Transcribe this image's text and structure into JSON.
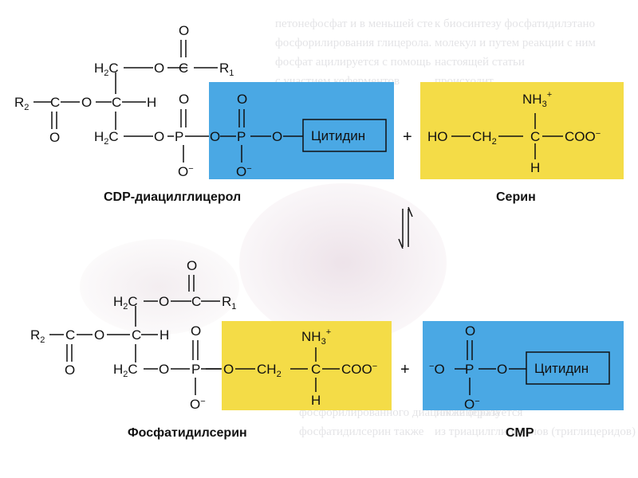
{
  "colors": {
    "blue_panel": "#4aa8e4",
    "yellow_panel": "#f4dc47",
    "line": "#111111"
  },
  "molecules": {
    "cdp_diacylglycerol": {
      "label": "CDP-диацилглицерол",
      "cytidine": "Цитидин"
    },
    "serine": {
      "label": "Серин"
    },
    "phosphatidylserine": {
      "label": "Фосфатидилсерин"
    },
    "cmp": {
      "label": "CMP",
      "cytidine": "Цитидин"
    }
  },
  "atoms": {
    "O": "O",
    "H2C": "H",
    "C": "C",
    "H": "H",
    "R1": "R",
    "R2": "R",
    "sub1": "1",
    "sub2": "2",
    "subH2": "2",
    "P": "P",
    "O_minus": "O",
    "minus": "−",
    "NH3": "NH",
    "sub3": "3",
    "plus": "+",
    "COO": "COO",
    "HO": "HO",
    "CH2": "CH"
  },
  "operators": {
    "plus_top": "+",
    "plus_bottom": "+"
  }
}
